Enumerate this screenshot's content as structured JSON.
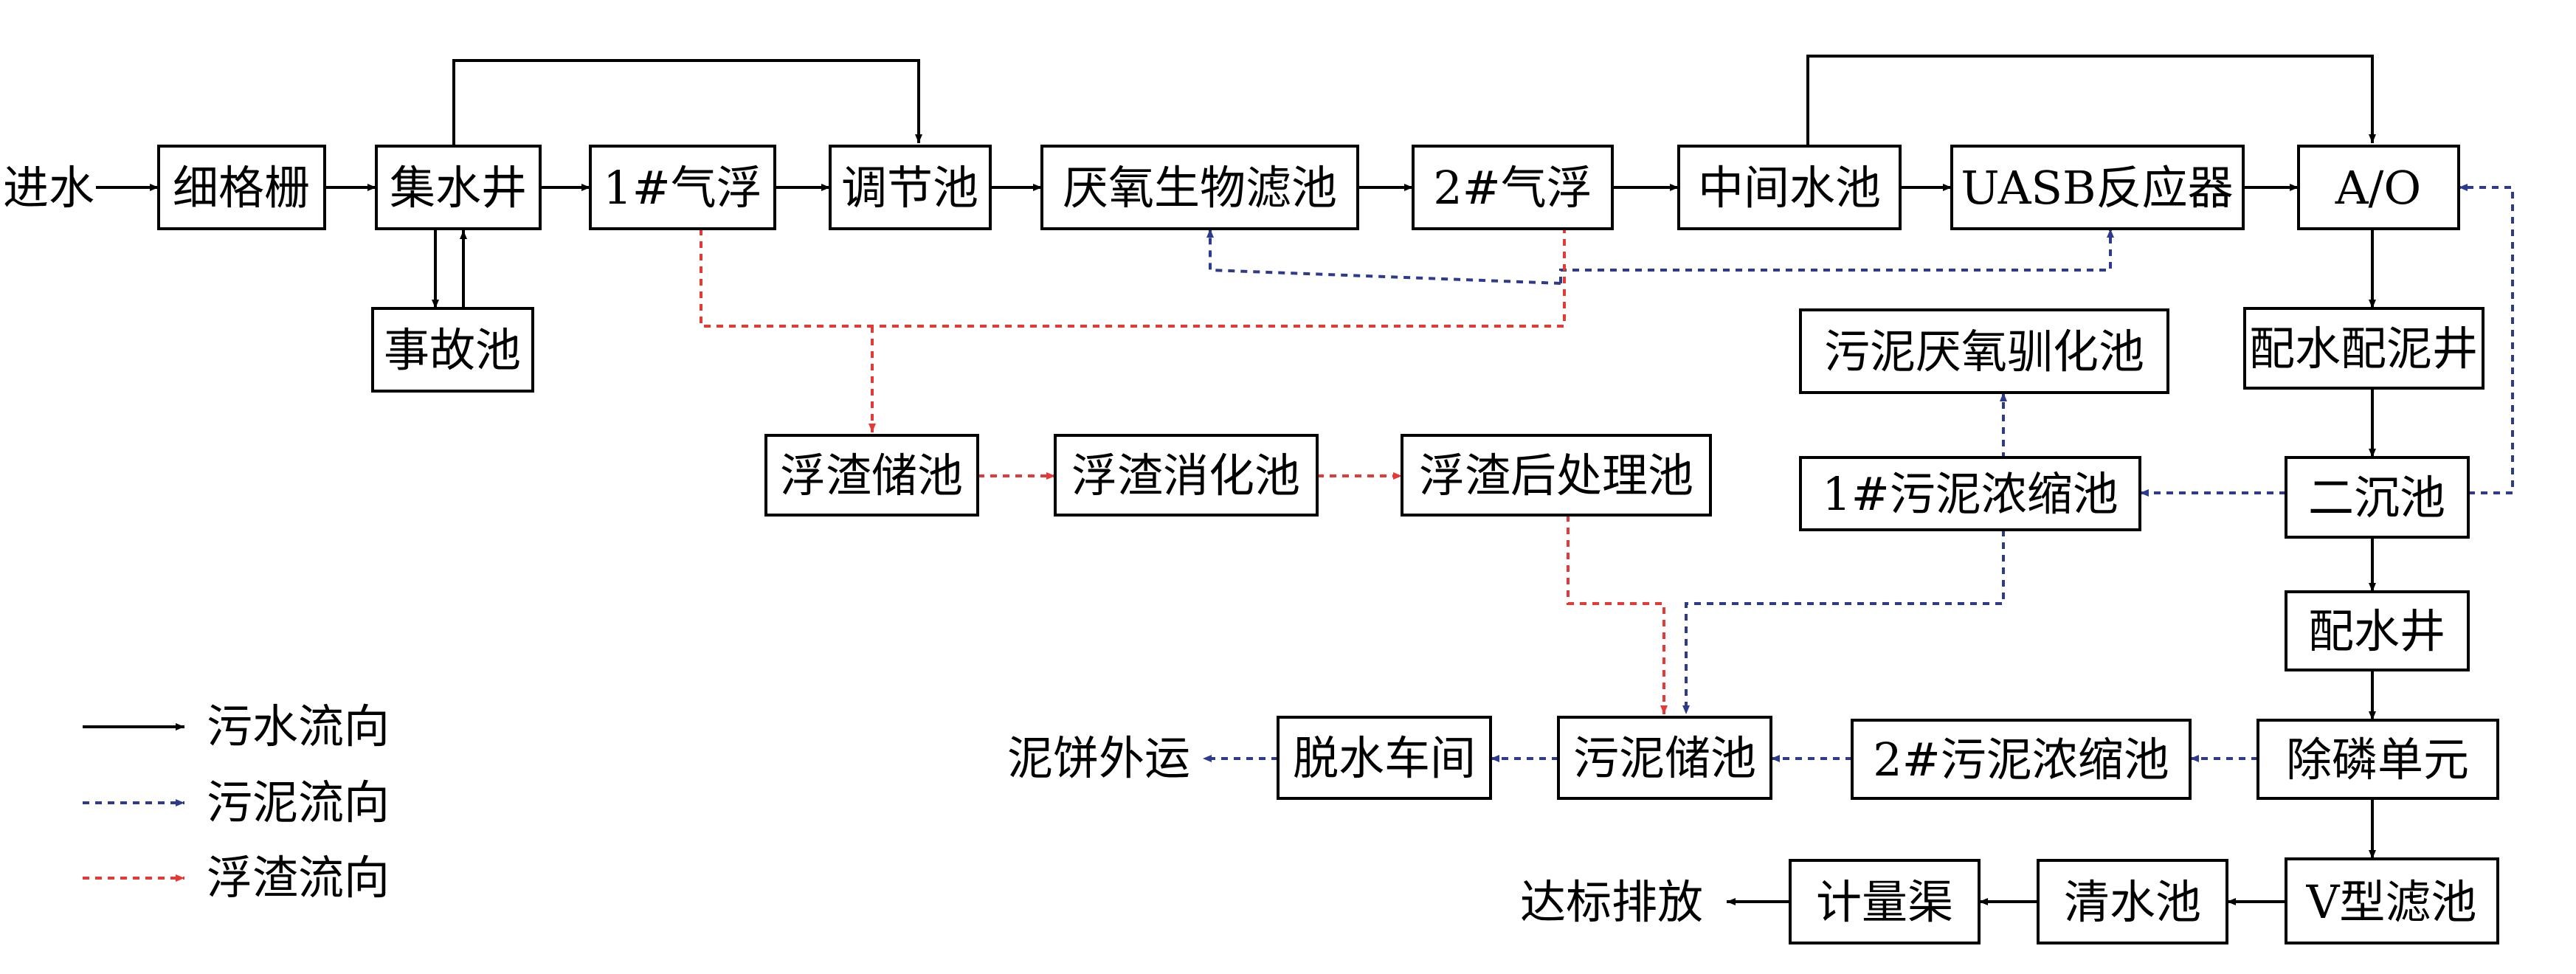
{
  "diagram": {
    "nodes": {
      "inlet": "进水",
      "fine_screen": "细格栅",
      "collection_well": "集水井",
      "accident_pool": "事故池",
      "flotation1": "1#气浮",
      "regulating_pool": "调节池",
      "anaerobic_biofilter": "厌氧生物滤池",
      "flotation2": "2#气浮",
      "intermediate_pool": "中间水池",
      "uasb": "UASB反应器",
      "ao": "A/O",
      "distribution_well": "配水配泥井",
      "sludge_acclimation": "污泥厌氧驯化池",
      "scum_storage": "浮渣储池",
      "scum_digestion": "浮渣消化池",
      "scum_post": "浮渣后处理池",
      "sludge_thickener1": "1#污泥浓缩池",
      "secondary_clarifier": "二沉池",
      "water_distribution_well": "配水井",
      "sludge_storage": "污泥储池",
      "dewatering": "脱水车间",
      "cake_out": "泥饼外运",
      "sludge_thickener2": "2#污泥浓缩池",
      "phosphorus_removal": "除磷单元",
      "v_filter": "V型滤池",
      "clear_pool": "清水池",
      "metering_channel": "计量渠",
      "discharge": "达标排放"
    },
    "legend": [
      {
        "label": "污水流向",
        "color": "#000000",
        "style": "solid"
      },
      {
        "label": "污泥流向",
        "color": "#2e3a8c",
        "style": "dashed"
      },
      {
        "label": "浮渣流向",
        "color": "#e53935",
        "style": "dashed"
      }
    ]
  }
}
